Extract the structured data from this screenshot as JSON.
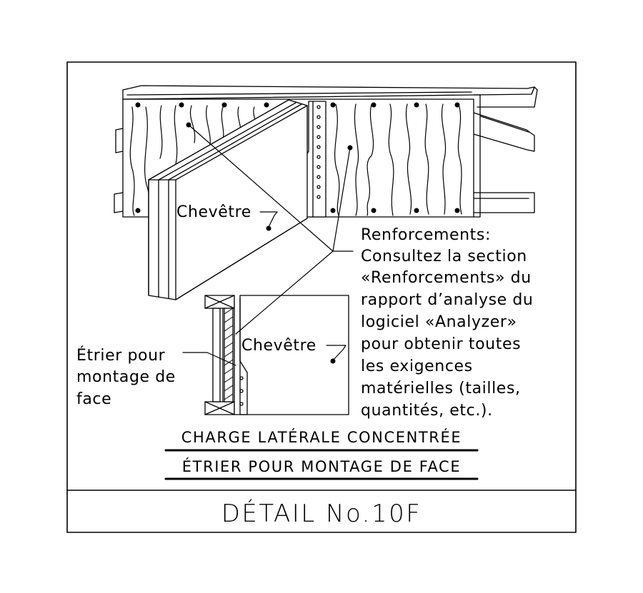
{
  "labels": {
    "header_top": "Chevêtre",
    "header_bottom": "Chevêtre",
    "hanger_line1": "Étrier pour",
    "hanger_line2": "montage de",
    "hanger_line3": "face",
    "reinf_line1": "Renforcements:",
    "reinf_line2": "Consultez la section",
    "reinf_line3": "«Renforcements» du",
    "reinf_line4": "rapport d’analyse du",
    "reinf_line5": "logiciel «Analyzer»",
    "reinf_line6": "pour obtenir toutes",
    "reinf_line7": "les exigences",
    "reinf_line8": "matérielles (tailles,",
    "reinf_line9": "quantités, etc.)."
  },
  "title": {
    "line1": "CHARGE LATÉRALE CONCENTRÉE",
    "line2": "ÉTRIER POUR MONTAGE DE FACE"
  },
  "detail": "DÉTAIL No.10F"
}
